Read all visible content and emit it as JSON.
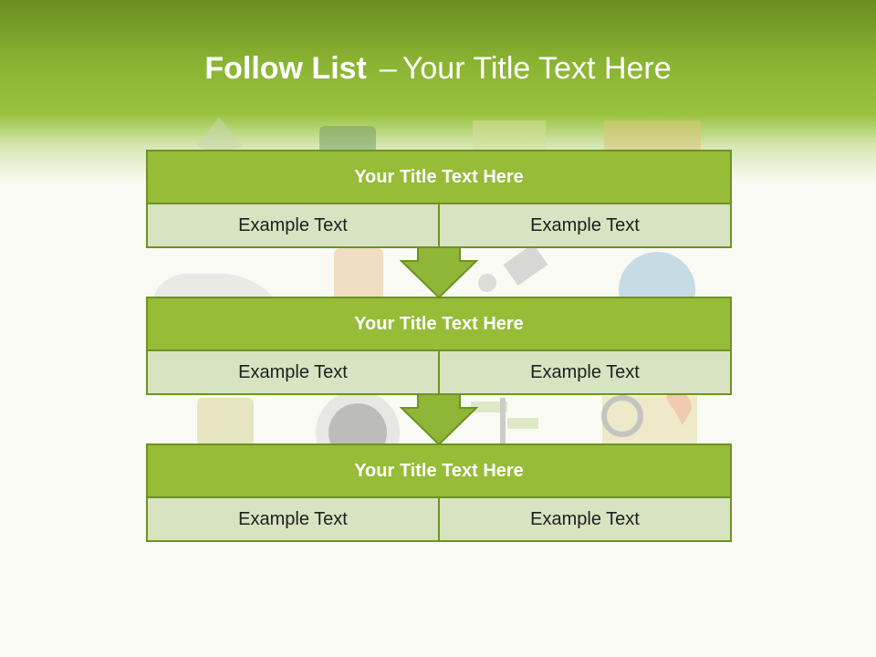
{
  "slide": {
    "title_bold": "Follow List",
    "title_separator": "–",
    "title_rest": "Your Title Text Here"
  },
  "steps": [
    {
      "title": "Your Title Text Here",
      "left": "Example Text",
      "right": "Example Text"
    },
    {
      "title": "Your Title Text Here",
      "left": "Example Text",
      "right": "Example Text"
    },
    {
      "title": "Your Title Text Here",
      "left": "Example Text",
      "right": "Example Text"
    }
  ],
  "colors": {
    "header_green": "#8bb433",
    "block_header": "#96bc38",
    "block_border": "#6e9222",
    "cell_bg": "#d7e3c1",
    "arrow": "#8fb637"
  },
  "background_icons": [
    "map-pin-icon",
    "road-sign-icon",
    "map-icon",
    "gps-device-icon",
    "car-icon",
    "satellite-icon",
    "globe-icon",
    "compass-gauge-icon",
    "signpost-icon",
    "magnifier-map-icon",
    "location-pin-icon"
  ]
}
